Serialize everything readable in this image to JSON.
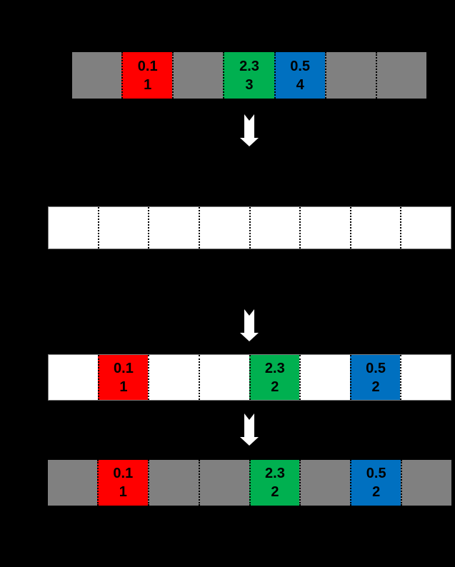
{
  "colors": {
    "background": "#000000",
    "gray": "#808080",
    "white": "#ffffff",
    "red": "#ff0000",
    "green": "#00b050",
    "blue": "#0070c0",
    "text": "#000000",
    "arrow": "#ffffff"
  },
  "rows": [
    {
      "label": "original-array",
      "cells": [
        {
          "color": "gray",
          "value": "",
          "count": ""
        },
        {
          "color": "red",
          "value": "0.1",
          "count": "1"
        },
        {
          "color": "gray",
          "value": "",
          "count": ""
        },
        {
          "color": "green",
          "value": "2.3",
          "count": "3"
        },
        {
          "color": "blue",
          "value": "0.5",
          "count": "4"
        },
        {
          "color": "gray",
          "value": "",
          "count": ""
        },
        {
          "color": "gray",
          "value": "",
          "count": ""
        }
      ]
    },
    {
      "label": "empty-array",
      "cells": [
        {
          "color": "white",
          "value": "",
          "count": ""
        },
        {
          "color": "white",
          "value": "",
          "count": ""
        },
        {
          "color": "white",
          "value": "",
          "count": ""
        },
        {
          "color": "white",
          "value": "",
          "count": ""
        },
        {
          "color": "white",
          "value": "",
          "count": ""
        },
        {
          "color": "white",
          "value": "",
          "count": ""
        },
        {
          "color": "white",
          "value": "",
          "count": ""
        },
        {
          "color": "white",
          "value": "",
          "count": ""
        }
      ]
    },
    {
      "label": "reinserted-array",
      "cells": [
        {
          "color": "white",
          "value": "",
          "count": ""
        },
        {
          "color": "red",
          "value": "0.1",
          "count": "1"
        },
        {
          "color": "white",
          "value": "",
          "count": ""
        },
        {
          "color": "white",
          "value": "",
          "count": ""
        },
        {
          "color": "green",
          "value": "2.3",
          "count": "2"
        },
        {
          "color": "white",
          "value": "",
          "count": ""
        },
        {
          "color": "blue",
          "value": "0.5",
          "count": "2"
        },
        {
          "color": "white",
          "value": "",
          "count": ""
        }
      ]
    },
    {
      "label": "final-array",
      "cells": [
        {
          "color": "gray",
          "value": "",
          "count": ""
        },
        {
          "color": "red",
          "value": "0.1",
          "count": "1"
        },
        {
          "color": "gray",
          "value": "",
          "count": ""
        },
        {
          "color": "gray",
          "value": "",
          "count": ""
        },
        {
          "color": "green",
          "value": "2.3",
          "count": "2"
        },
        {
          "color": "gray",
          "value": "",
          "count": ""
        },
        {
          "color": "blue",
          "value": "0.5",
          "count": "2"
        },
        {
          "color": "gray",
          "value": "",
          "count": ""
        }
      ]
    }
  ],
  "arrows": [
    {
      "icon": "down-arrow"
    },
    {
      "icon": "down-arrow"
    },
    {
      "icon": "down-arrow"
    }
  ]
}
